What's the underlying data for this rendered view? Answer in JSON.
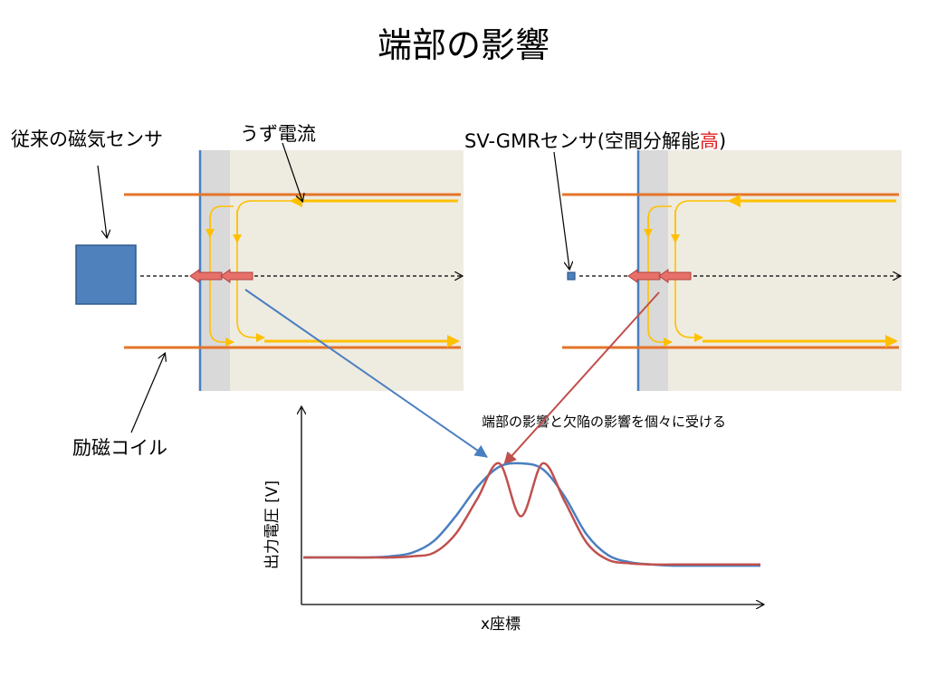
{
  "title": "端部の影響",
  "labels": {
    "conventional_sensor": "従来の磁気センサ",
    "eddy_current": "うず電流",
    "svgmr_sensor_prefix": "SV-GMRセンサ(空間分解能",
    "svgmr_sensor_highlight": "高",
    "svgmr_sensor_suffix": ")",
    "excitation_coil": "励磁コイル",
    "annotation": "端部の影響と欠陥の影響を個々に受ける"
  },
  "chart_data": {
    "type": "line",
    "xlabel": "x座標",
    "ylabel": "出力電圧 [V]",
    "series": [
      {
        "color": "#4a7fc0",
        "values": [
          0.2,
          0.2,
          0.2,
          0.2,
          0.21,
          0.24,
          0.34,
          0.55,
          0.8,
          0.97,
          1.0,
          0.95,
          0.72,
          0.4,
          0.22,
          0.16,
          0.14,
          0.13,
          0.13,
          0.13,
          0.13,
          0.13
        ]
      },
      {
        "color": "#c0504d",
        "values": [
          0.2,
          0.2,
          0.2,
          0.2,
          0.2,
          0.21,
          0.24,
          0.4,
          0.7,
          1.0,
          0.55,
          1.0,
          0.68,
          0.33,
          0.18,
          0.15,
          0.14,
          0.14,
          0.14,
          0.14,
          0.14,
          0.14
        ]
      }
    ]
  },
  "colors": {
    "plate": "#eeebe1",
    "edge_zone": "#d9d9d9",
    "plate_edge": "#4a7fc0",
    "coil": "#e5742a",
    "eddy": "#ffc000",
    "sensor": "#4f81bd",
    "signal_arrow": "#e8706a",
    "blue_curve": "#4a7fc0",
    "red_curve": "#c0504d"
  }
}
